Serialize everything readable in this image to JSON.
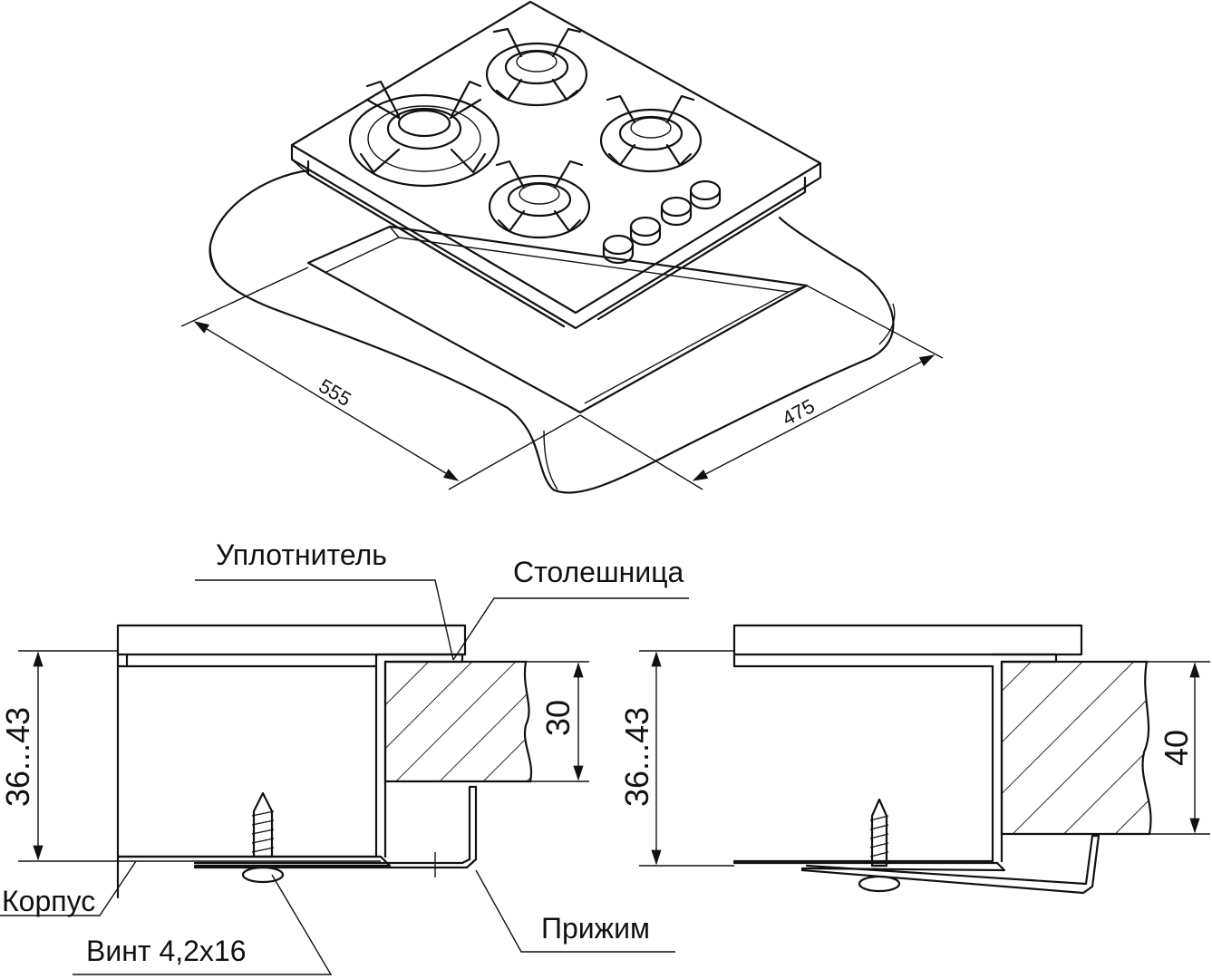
{
  "isometric_view": {
    "dim_width": "555",
    "dim_depth": "475"
  },
  "section_left": {
    "label_seal": "Уплотнитель",
    "label_countertop": "Столешница",
    "label_body": "Корпус",
    "label_screw": "Винт 4,2x16",
    "label_clamp": "Прижим",
    "dim_height": "36...43",
    "dim_thickness": "30"
  },
  "section_right": {
    "dim_height": "36...43",
    "dim_thickness": "40"
  },
  "colors": {
    "line": "#111111",
    "background": "#ffffff"
  }
}
